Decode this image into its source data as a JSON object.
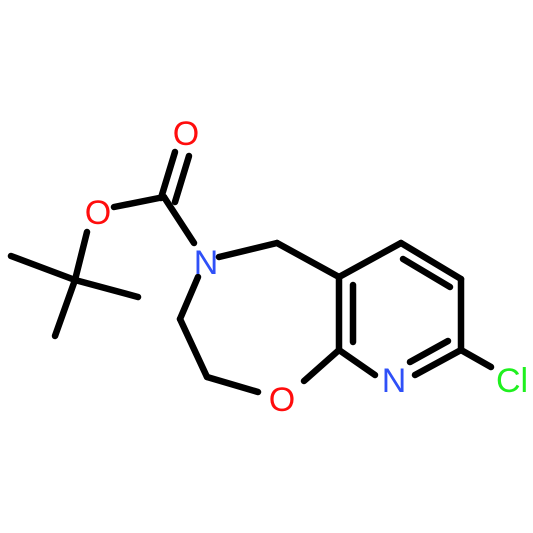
{
  "colors": {
    "bond": "#000000",
    "O": "#ff0d0d",
    "N": "#2f50f8",
    "Cl": "#1ff01f",
    "background": "#ffffff"
  },
  "atoms": {
    "carbonyl_O": "O",
    "ester_O": "O",
    "ring_N": "N",
    "ring_O": "O",
    "pyridine_N": "N",
    "chlorine": "Cl"
  }
}
